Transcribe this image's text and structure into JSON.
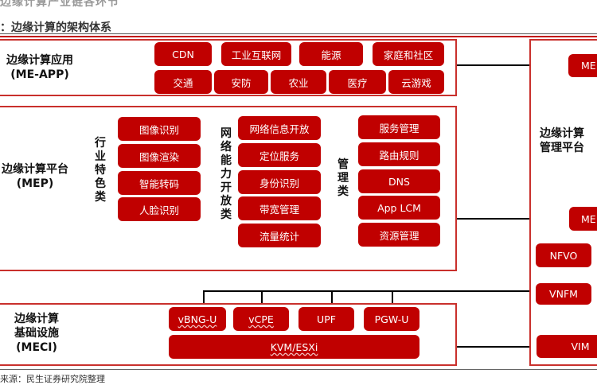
{
  "header": {
    "top_snippet": "边缘计算产业链各环节",
    "figure_title": "：边缘计算的架构体系"
  },
  "layers": {
    "me_app": {
      "label_line1": "边缘计算应用",
      "label_line2": "(ME-APP)",
      "row1": [
        "CDN",
        "工业互联网",
        "能源",
        "家庭和社区"
      ],
      "row2": [
        "交通",
        "安防",
        "农业",
        "医疗",
        "云游戏"
      ]
    },
    "mep": {
      "label_line1": "边缘计算平台",
      "label_line2": "(MEP)",
      "groups": [
        {
          "title": "行业特色类",
          "items": [
            "图像识别",
            "图像渲染",
            "智能转码",
            "人脸识别"
          ]
        },
        {
          "title": "网络能力开放类",
          "items": [
            "网络信息开放",
            "定位服务",
            "身份识别",
            "带宽管理",
            "流量统计"
          ]
        },
        {
          "title": "管理类",
          "items": [
            "服务管理",
            "路由规则",
            "DNS",
            "App LCM",
            "资源管理"
          ]
        }
      ]
    },
    "meci": {
      "label_line1": "边缘计算",
      "label_line2": "基础设施",
      "label_line3": "(MECI)",
      "row1": [
        "vBNG-U",
        "vCPE",
        "UPF",
        "PGW-U"
      ],
      "base": "KVM/ESXi"
    }
  },
  "management": {
    "label_line1": "边缘计算",
    "label_line2": "管理平台",
    "boxes": {
      "me_top": "ME",
      "me_mid": "ME",
      "nfvo": "NFVO",
      "vnfm": "VNFM",
      "vim": "VIM"
    }
  },
  "footer": {
    "source": "来源：民生证券研究院整理"
  },
  "colors": {
    "box_red": "#c00000",
    "border_red": "#c9302c",
    "connector": "#000000"
  }
}
